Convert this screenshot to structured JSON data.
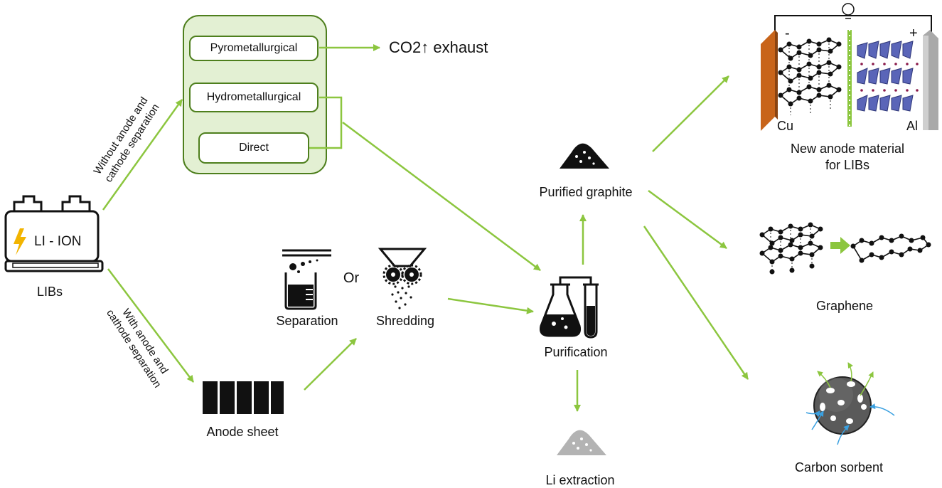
{
  "battery": {
    "badge": "LI - ION",
    "label": "LIBs"
  },
  "routes": {
    "without_separation": [
      "Without anode and",
      "cathode separation"
    ],
    "with_separation": [
      "With anode and",
      "cathode separation"
    ]
  },
  "processes": {
    "pyro": "Pyrometallurgical",
    "hydro": "Hydrometallurgical",
    "direct": "Direct",
    "exhaust": "CO2↑ exhaust"
  },
  "pretreatment": {
    "separation": "Separation",
    "or": "Or",
    "shredding": "Shredding",
    "anode_sheet": "Anode sheet"
  },
  "center": {
    "purification": "Purification",
    "purified_graphite": "Purified graphite",
    "li_extraction": "Li extraction"
  },
  "products": {
    "anode_line1": "New anode material",
    "anode_line2": "for LIBs",
    "electrode_minus": "-",
    "electrode_plus": "+",
    "cu": "Cu",
    "al": "Al",
    "graphene": "Graphene",
    "carbon_sorbent": "Carbon sorbent"
  },
  "colors": {
    "arrow": "#8cc63f",
    "box_fill": "#e3f0d3",
    "box_border": "#4e7f1d",
    "lightning": "#f2b400",
    "copper": "#c8641a",
    "aluminum": "#a0a0a0",
    "polyhedra": "#5a65b8",
    "ion_arrow": "#3aa0e0"
  },
  "icons": [
    "lightning-icon",
    "beaker-icon",
    "shredder-icon",
    "flask-icon",
    "test-tube-icon",
    "powder-pile-icon",
    "bulb-icon",
    "graphite-lattice-icon",
    "sorbent-sphere-icon"
  ]
}
